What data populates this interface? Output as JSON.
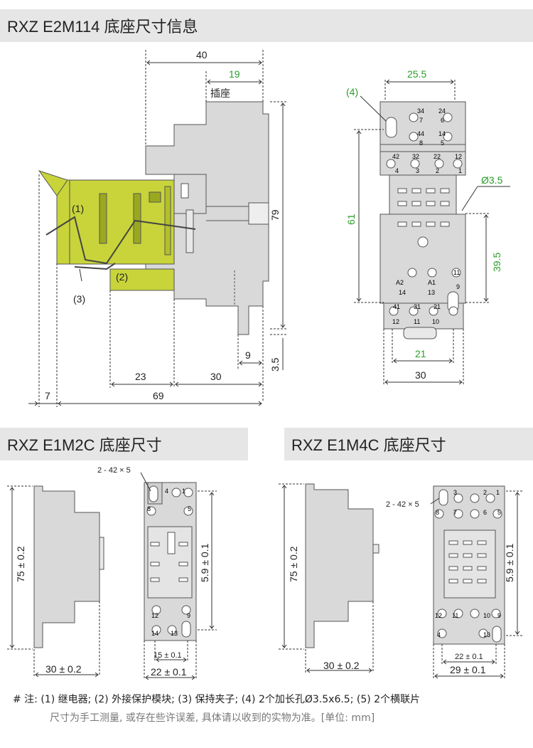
{
  "headers": {
    "top": "RXZ E2M114  底座尺寸信息",
    "left": "RXZ E1M2C  底座尺寸",
    "right": "RXZ E1M4C  底座尺寸"
  },
  "top_left": {
    "dims": {
      "d40": "40",
      "d19": "19",
      "d79": "79",
      "d9": "9",
      "d3_5": "3.5",
      "d23": "23",
      "d30": "30",
      "d7": "7",
      "d69": "69"
    },
    "label_socket": "插座",
    "callouts": {
      "c1": "(1)",
      "c2": "(2)",
      "c3": "(3)"
    }
  },
  "top_right": {
    "dims": {
      "d25_5": "25.5",
      "d61": "61",
      "d39_5": "39.5",
      "d21": "21",
      "d30": "30",
      "hole": "Ø3.5"
    },
    "callout4": "(4)",
    "pins": {
      "p34": "34",
      "p24": "24",
      "p7": "7",
      "p6": "6",
      "p44": "44",
      "p14": "14",
      "p8": "8",
      "p5": "5",
      "p42": "42",
      "p32": "32",
      "p22": "22",
      "p12": "12",
      "p4": "4",
      "p3": "3",
      "p2": "2",
      "p1": "1",
      "p11": "11",
      "p9": "9",
      "pA2": "A2",
      "pA1": "A1",
      "p14b": "14",
      "p13": "13",
      "p41": "41",
      "p31": "31",
      "p21": "21",
      "p12b": "12",
      "p11b": "11",
      "p10": "10"
    }
  },
  "bottom_left": {
    "slot": "2 - 42 × 5",
    "d75": "75 ± 0.2",
    "d59": "5.9 ± 0.1",
    "d30": "30 ± 0.2",
    "d15": "15 ± 0.1",
    "d22": "22 ± 0.1",
    "pins": {
      "p4": "4",
      "p1": "1",
      "p8": "8",
      "p5": "5",
      "p12": "12",
      "p9": "9",
      "p14": "14",
      "p13": "13"
    }
  },
  "bottom_right": {
    "slot": "2 - 42 × 5",
    "d75": "75 ± 0.2",
    "d59": "5.9 ± 0.1",
    "d30": "30 ± 0.2",
    "d22": "22 ± 0.1",
    "d29": "29 ± 0.1",
    "pins": {
      "p3": "3",
      "p2": "2",
      "p1": "1",
      "p8": "8",
      "p7": "7",
      "p6": "6",
      "p5": "5",
      "p12": "12",
      "p11": "11",
      "p10": "10",
      "p9": "9",
      "p4": "4",
      "p13": "13"
    }
  },
  "notes": {
    "line1": "# 注:  (1) 继电器;  (2) 外接保护模块;  (3) 保持夹子;  (4) 2个加长孔Ø3.5x6.5;  (5) 2个横联片",
    "line2": "尺寸为手工测量, 或存在些许误差, 具体请以收到的实物为准。[单位: mm]"
  },
  "colors": {
    "green_module": "#c8d43a",
    "gray_body": "#d9d9d9",
    "header_bg": "#e6e6e6",
    "dim_green": "#2a9d2a"
  }
}
